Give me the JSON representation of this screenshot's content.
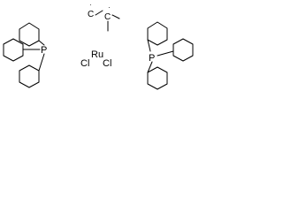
{
  "atoms": {
    "phosphorus_left": "P",
    "phosphorus_right": "P",
    "ruthenium": "Ru",
    "chlorine_left": "Cl",
    "chlorine_right": "Cl",
    "carbene_carbon": "C",
    "vinyl_carbon": "C"
  },
  "colors": {
    "bond": "#000000",
    "background": "#ffffff"
  }
}
